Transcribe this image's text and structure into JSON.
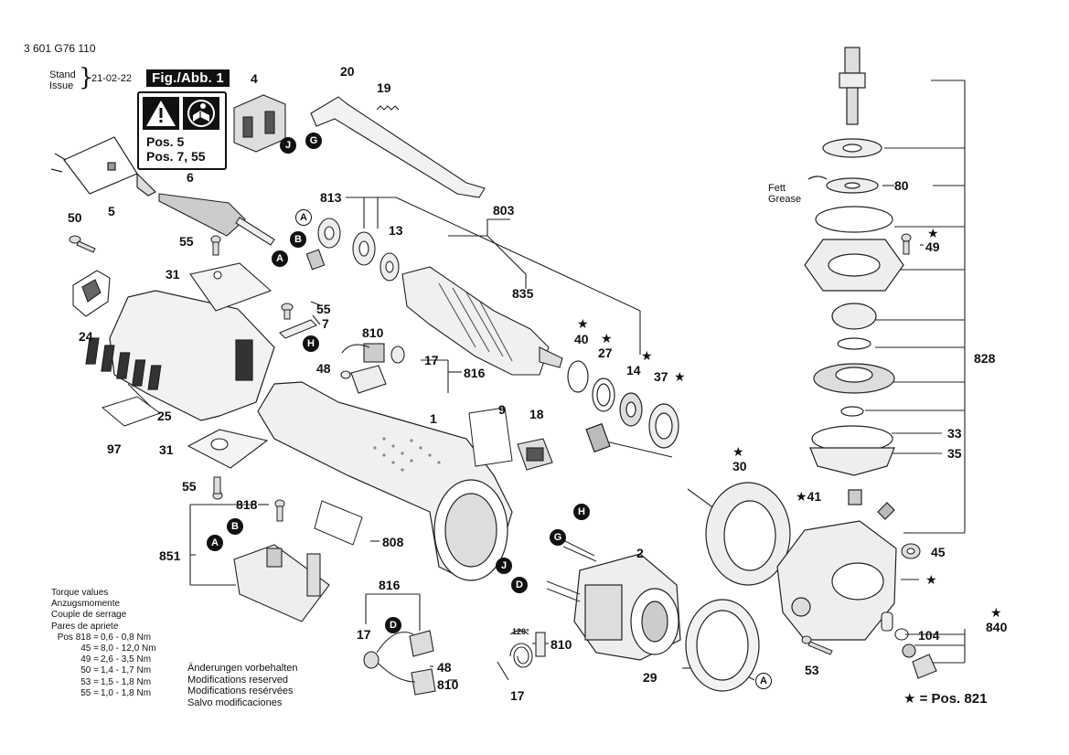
{
  "header": {
    "doc_number": "3 601 G76 110",
    "stand_label": "Stand",
    "issue_label": "Issue",
    "date": "21-02-22",
    "figure_label": "Fig./Abb. 1"
  },
  "warning": {
    "line1": "Pos. 5",
    "line2": "Pos. 7, 55",
    "icons": [
      "warning-triangle-icon",
      "read-manual-icon"
    ]
  },
  "torque": {
    "titles": [
      "Torque values",
      "Anzugsmomente",
      "Couple de serrage",
      "Pares de apriete"
    ],
    "rows": [
      {
        "pos": "Pos 818 =",
        "value": "0,6 - 0,8 Nm"
      },
      {
        "pos": "45 =",
        "value": "8,0 - 12,0 Nm"
      },
      {
        "pos": "49 =",
        "value": "2,6 - 3,5 Nm"
      },
      {
        "pos": "50 =",
        "value": "1,4 - 1,7 Nm"
      },
      {
        "pos": "53 =",
        "value": "1,5 - 1,8 Nm"
      },
      {
        "pos": "55 =",
        "value": "1,0 - 1,8 Nm"
      }
    ]
  },
  "changes": [
    "Änderungen vorbehalten",
    "Modifications reserved",
    "Modifications resérvées",
    "Salvo modificaciones"
  ],
  "legend": "★ = Pos. 821",
  "fett": [
    "Fett",
    "Grease"
  ],
  "parts": [
    {
      "t": "4"
    },
    {
      "t": "20"
    },
    {
      "t": "19"
    },
    {
      "t": "6"
    },
    {
      "t": "5"
    },
    {
      "t": "50"
    },
    {
      "t": "55"
    },
    {
      "t": "31"
    },
    {
      "t": "24"
    },
    {
      "t": "813"
    },
    {
      "t": "13"
    },
    {
      "t": "803"
    },
    {
      "t": "835"
    },
    {
      "t": "55"
    },
    {
      "t": "7"
    },
    {
      "t": "810"
    },
    {
      "t": "48"
    },
    {
      "t": "17"
    },
    {
      "t": "816"
    },
    {
      "t": "40"
    },
    {
      "t": "27"
    },
    {
      "t": "14"
    },
    {
      "t": "37"
    },
    {
      "t": "25"
    },
    {
      "t": "97"
    },
    {
      "t": "31"
    },
    {
      "t": "55"
    },
    {
      "t": "1"
    },
    {
      "t": "9"
    },
    {
      "t": "18"
    },
    {
      "t": "818"
    },
    {
      "t": "851"
    },
    {
      "t": "808"
    },
    {
      "t": "30"
    },
    {
      "t": "2"
    },
    {
      "t": "816"
    },
    {
      "t": "17"
    },
    {
      "t": "48"
    },
    {
      "t": "810"
    },
    {
      "t": "120°"
    },
    {
      "t": "810"
    },
    {
      "t": "17"
    },
    {
      "t": "29"
    },
    {
      "t": "80"
    },
    {
      "t": "49"
    },
    {
      "t": "828"
    },
    {
      "t": "33"
    },
    {
      "t": "35"
    },
    {
      "t": "41"
    },
    {
      "t": "45"
    },
    {
      "t": "840"
    },
    {
      "t": "104"
    },
    {
      "t": "53"
    }
  ],
  "markers": [
    {
      "t": "J"
    },
    {
      "t": "G"
    },
    {
      "t": "A"
    },
    {
      "t": "B"
    },
    {
      "t": "A"
    },
    {
      "t": "H"
    },
    {
      "t": "B"
    },
    {
      "t": "A"
    },
    {
      "t": "H"
    },
    {
      "t": "G"
    },
    {
      "t": "J"
    },
    {
      "t": "D"
    },
    {
      "t": "D"
    },
    {
      "t": "A"
    }
  ]
}
